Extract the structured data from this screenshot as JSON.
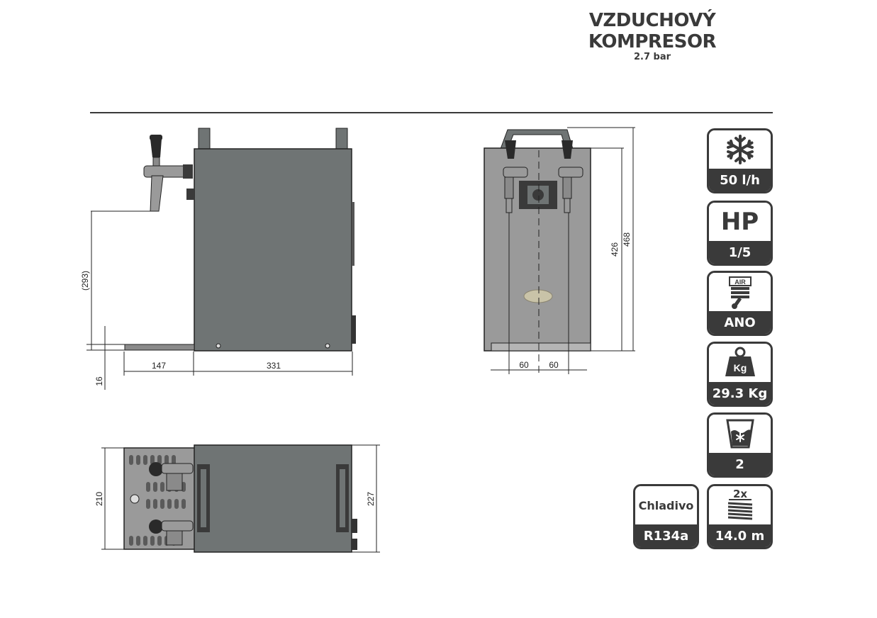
{
  "title": {
    "line1": "VZDUCHOVÝ",
    "line2": "KOMPRESOR",
    "line3": "2.7 bar"
  },
  "dimensions": {
    "side_height_tap": "(293)",
    "side_base_height": "16",
    "side_base_depth": "147",
    "side_body_depth": "331",
    "front_height_body": "426",
    "front_height_total": "468",
    "front_spacing_left": "60",
    "front_spacing_right": "60",
    "top_width_inner": "210",
    "top_width_outer": "227"
  },
  "specs": [
    {
      "id": "cooling",
      "icon": "snowflake-icon",
      "value": "50 l/h"
    },
    {
      "id": "power",
      "top": "HP",
      "value": "1/5"
    },
    {
      "id": "air",
      "icon": "air-pump-icon",
      "icon_label": "AIR",
      "value": "ANO"
    },
    {
      "id": "weight",
      "icon": "weight-icon",
      "icon_label": "Kg",
      "value": "29.3 Kg"
    },
    {
      "id": "taps",
      "icon": "ice-glass-icon",
      "value": "2"
    },
    {
      "id": "refrigerant",
      "top": "Chladivo",
      "value": "R134a"
    },
    {
      "id": "coil",
      "icon": "coil-icon",
      "icon_label": "2x",
      "value": "14.0 m"
    }
  ],
  "colors": {
    "body": "#6f7474",
    "body_dark": "#3a3a3a",
    "line": "#222222",
    "metal": "#9a9a9a"
  }
}
